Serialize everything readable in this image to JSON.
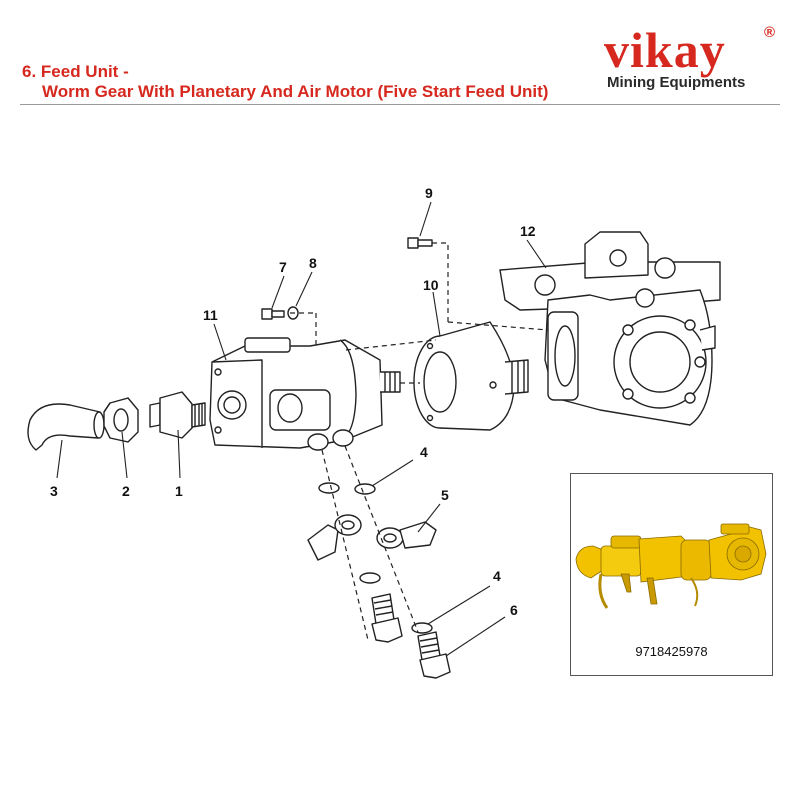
{
  "title": {
    "line1": "6. Feed Unit -",
    "line2": "Worm Gear With Planetary And Air Motor (Five Start Feed Unit)"
  },
  "logo": {
    "word": "vikay",
    "registered": "®",
    "tagline": "Mining Equipments"
  },
  "callouts": {
    "c1": "1",
    "c2": "2",
    "c3": "3",
    "c4a": "4",
    "c4b": "4",
    "c5": "5",
    "c6": "6",
    "c7": "7",
    "c8": "8",
    "c9": "9",
    "c10": "10",
    "c11": "11",
    "c12": "12"
  },
  "inset": {
    "code": "9718425978"
  },
  "colors": {
    "title": "#d6281e",
    "logo": "#d6281e",
    "motor_yellow": "#f2c200"
  }
}
